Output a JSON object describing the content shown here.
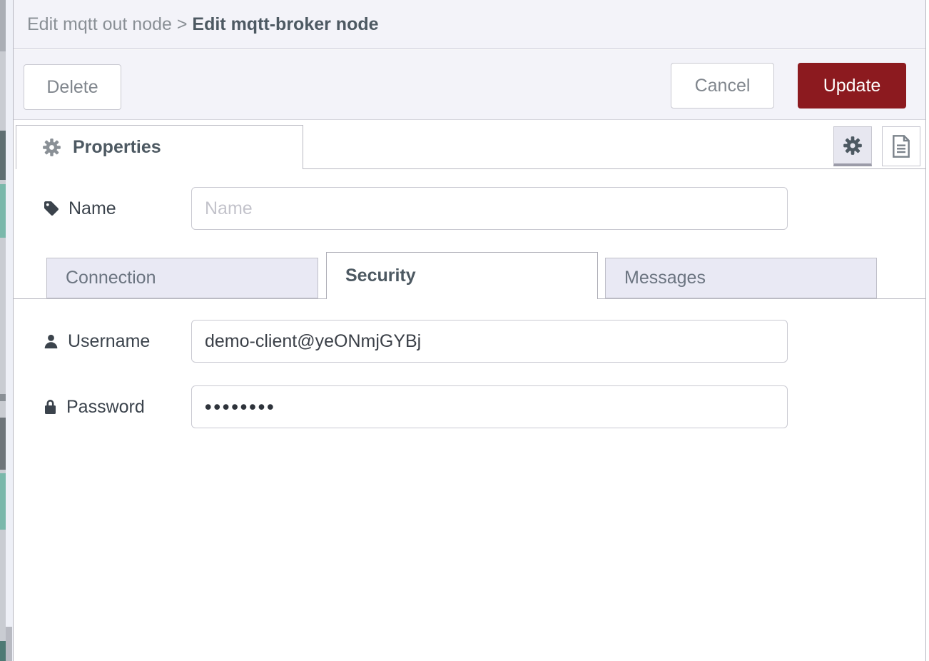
{
  "window": {
    "breadcrumb_parent": "Edit mqtt out node ",
    "breadcrumb_separator": "> ",
    "breadcrumb_current": "Edit mqtt-broker node"
  },
  "toolbar": {
    "delete_label": "Delete",
    "cancel_label": "Cancel",
    "update_label": "Update"
  },
  "editor": {
    "properties_tab_label": "Properties"
  },
  "form": {
    "name": {
      "label": "Name",
      "placeholder": "Name",
      "value": ""
    },
    "tabs": [
      {
        "label": "Connection",
        "active": false
      },
      {
        "label": "Security",
        "active": true
      },
      {
        "label": "Messages",
        "active": false
      }
    ],
    "username": {
      "label": "Username",
      "value": "demo-client@yeONmjGYBj"
    },
    "password": {
      "label": "Password",
      "value": "••••••••"
    }
  },
  "colors": {
    "accent_red": "#8C1A1F",
    "tray_background": "#F3F3F9",
    "inactive_tab_background": "#E9E9F4",
    "active_text": "#4D5962"
  }
}
